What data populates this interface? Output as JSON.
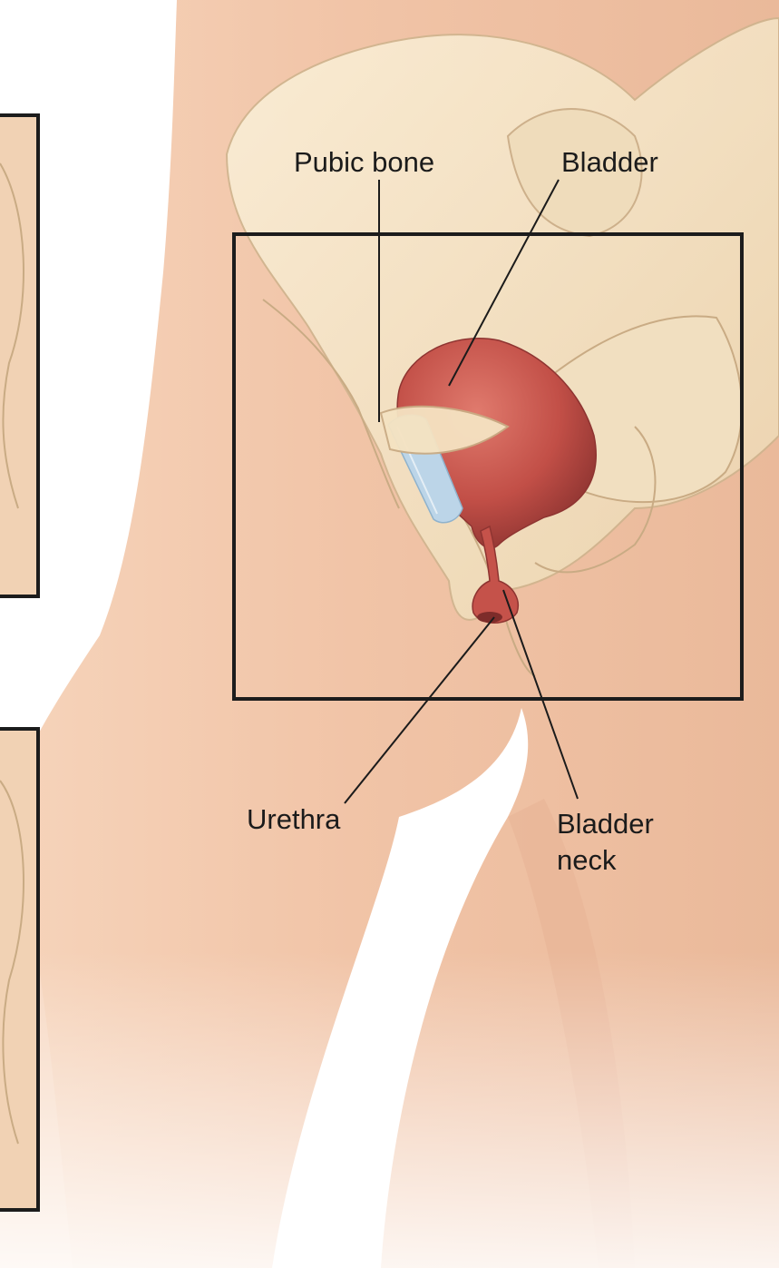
{
  "diagram": {
    "labels": {
      "pubic_bone": "Pubic bone",
      "bladder": "Bladder",
      "urethra": "Urethra",
      "bladder_neck": [
        "Bladder",
        "neck"
      ]
    },
    "colors": {
      "skin": "#f3c9ac",
      "skin_shadow": "#e3ab8c",
      "bone": "#f6e6c6",
      "bone_outline": "#cfb48e",
      "bladder": "#c9584f",
      "bladder_dark": "#9e3a36",
      "sling": "#b8d2e6",
      "frame": "#1c1c1c",
      "leader_line": "#1b1b1b"
    }
  }
}
